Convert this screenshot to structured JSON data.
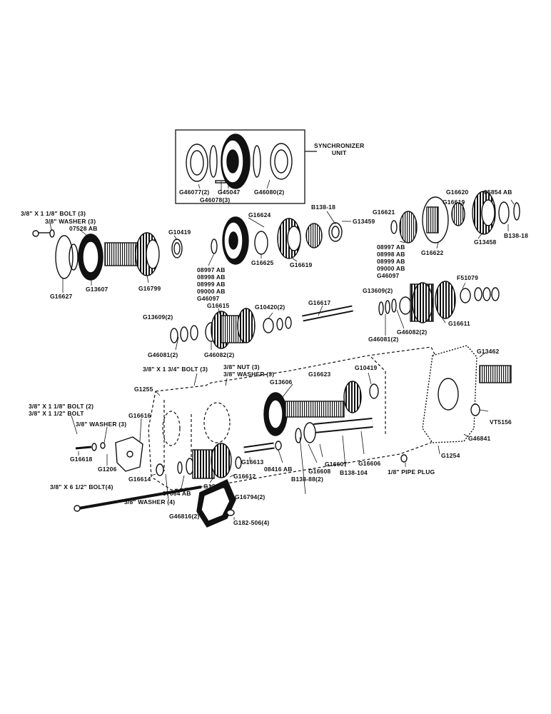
{
  "diagram": {
    "labels": {
      "synchronizer_unit": [
        "SYNCHRONIZER",
        "UNIT"
      ],
      "g46077": "G46077(2)",
      "g45047": "G45047",
      "g46078": "G46078(3)",
      "g46080": "G46080(2)",
      "bolt_3_8_x_1_1_8_3": "3/8\" X 1 1/8\" BOLT (3)",
      "washer_3_8_3_top": "3/8\" WASHER (3)",
      "p07528ab": "07528 AB",
      "g10419_top": "G10419",
      "g16627": "G16627",
      "g13607": "G13607",
      "g16799": "G16799",
      "g16624": "G16624",
      "b138_18_top": "B138-18",
      "g13459": "G13459",
      "g16625": "G16625",
      "g16619_mid": "G16619",
      "shims_mid": [
        "08997 AB",
        "08998 AB",
        "08999 AB",
        "09000 AB",
        "G46097"
      ],
      "g16620": "G16620",
      "p05854ab": "05854 AB",
      "g16621": "G16621",
      "g16619_right": "G16619",
      "b138_18_right": "B138-18",
      "g13458": "G13458",
      "g16622": "G16622",
      "shims_right": [
        "08997 AB",
        "08998 AB",
        "08999 AB",
        "09000 AB",
        "G46097"
      ],
      "f51079": "F51079",
      "g13609_right": "G13609(2)",
      "g46081_right": "G46081(2)",
      "g46082_right": "G46082(2)",
      "g16611": "G16611",
      "g16615": "G16615",
      "g10420": "G10420(2)",
      "g16617": "G16617",
      "g13609_left": "G13609(2)",
      "g46081_left": "G46081(2)",
      "g46082_left": "G46082(2)",
      "g13462": "G13462",
      "bolt_3_8_x_1_3_4_3": "3/8\" X 1 3/4\" BOLT (3)",
      "nut_3_8_3": "3/8\" NUT (3)",
      "washer_3_8_3_nut": "3/8\" WASHER (3)",
      "g16623": "G16623",
      "g10419_mid": "G10419",
      "g13606": "G13606",
      "g1255": "G1255",
      "bolt_pair": [
        "3/8\" X 1 1/8\" BOLT (2)",
        "3/8\" X 1 1/2\" BOLT"
      ],
      "g16616": "G16616",
      "washer_3_8_3_left": "3/8\" WASHER (3)",
      "vt5156": "VT5156",
      "g46841": "G46841",
      "g1254": "G1254",
      "g16618": "G16618",
      "g1206": "G1206",
      "g16614": "G16614",
      "g16613": "G16613",
      "p08416ab": "08416 AB",
      "g16608": "G16608",
      "g16607": "G16607",
      "g16606": "G16606",
      "pipe_plug": "1/8\" PIPE PLUG",
      "g16612": "G16612",
      "b138_88": "B138-88(2)",
      "b138_104": "B138-104",
      "bolt_3_8_x_6_1_2_4": "3/8\" X 6 1/2\" BOLT(4)",
      "p07064ab": "07064 AB",
      "g13608": "G13608",
      "washer_3_8_4": "3/8\" WASHER (4)",
      "g16794": "G16794(2)",
      "g46816": "G46816(2)",
      "g182_506": "G182-506(4)"
    }
  }
}
